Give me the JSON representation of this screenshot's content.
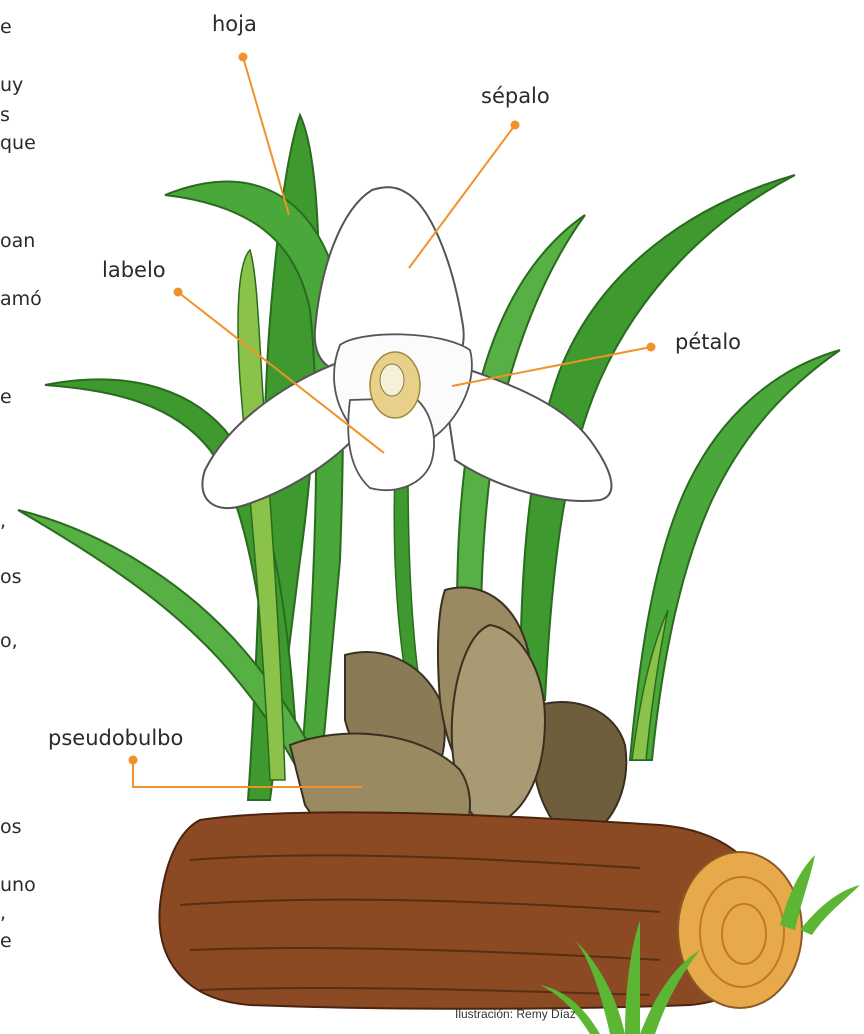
{
  "left_text_fragments": [
    "e",
    "uy",
    "s",
    "que",
    "oan",
    "amó",
    "e",
    ",",
    "os",
    "o,",
    "os",
    "uno",
    ",",
    "e"
  ],
  "labels": {
    "hoja": "hoja",
    "sepalo": "sépalo",
    "labelo": "labelo",
    "petalo": "pétalo",
    "pseudobulbo": "pseudobulbo"
  },
  "credit": "Ilustración: Remy Díaz",
  "colors": {
    "leader_line": "#f0922b",
    "leaf": "#3e9a2f",
    "leaf_light": "#8bc34a",
    "flower": "#ffffff",
    "pseudobulb": "#8a7a55",
    "log": "#8b4a24",
    "log_cut": "#e8a94a",
    "grass": "#5cb533"
  }
}
